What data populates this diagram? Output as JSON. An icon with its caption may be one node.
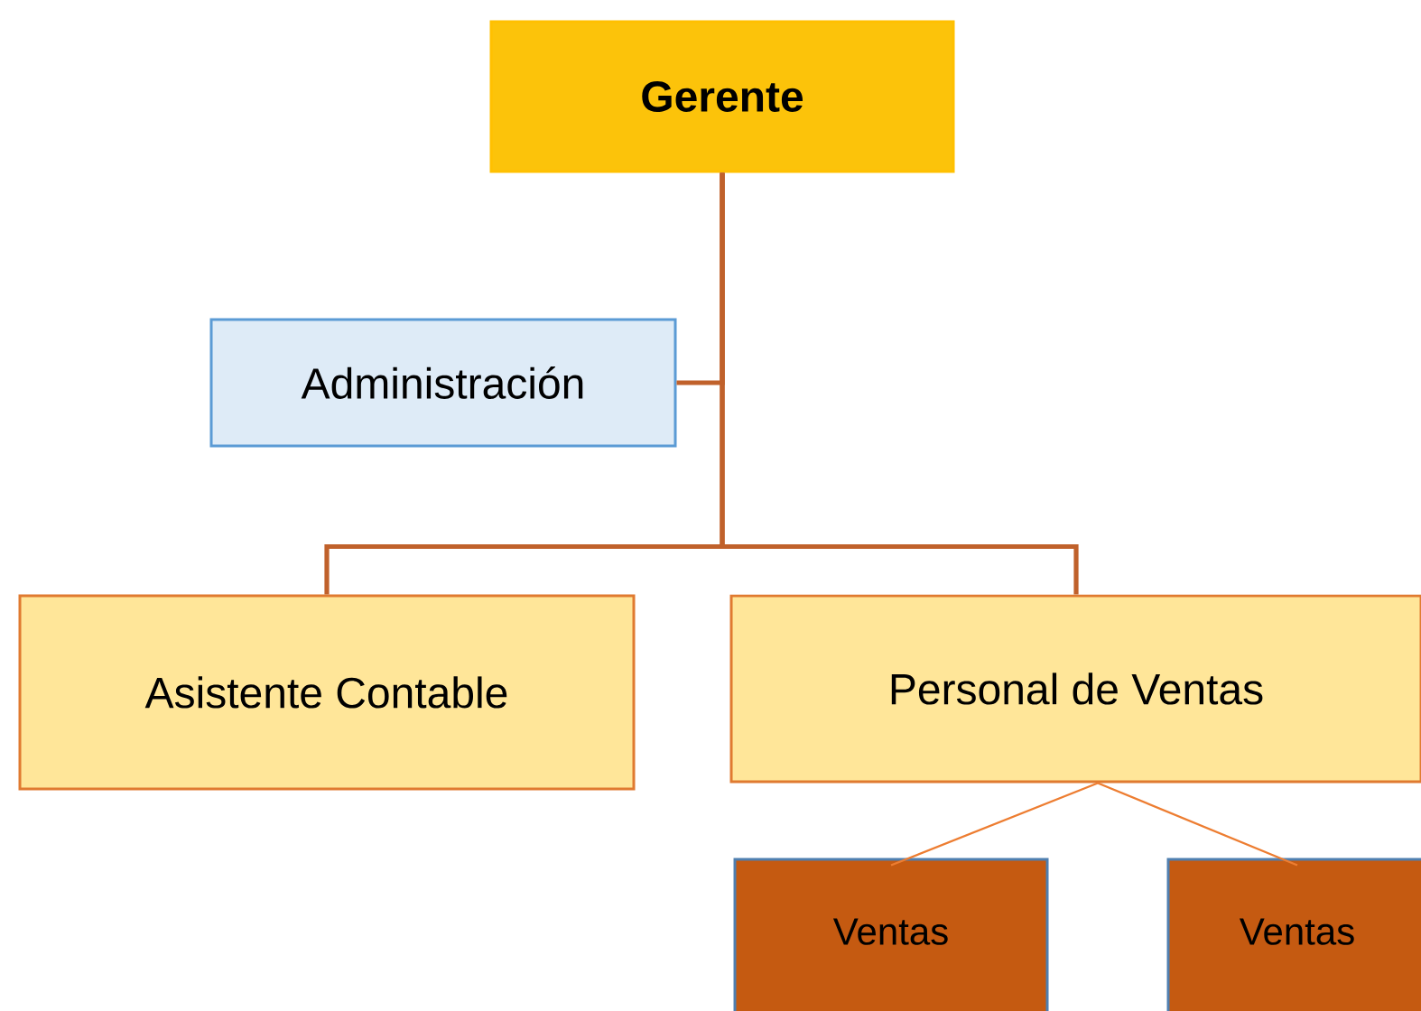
{
  "diagram": {
    "nodes": [
      {
        "text": [
          "Gerente"
        ]
      },
      {
        "text": [
          "Administración"
        ]
      },
      {
        "text": [
          "Asistente Contable"
        ]
      },
      {
        "text": [
          "Personal de Ventas"
        ]
      },
      {
        "text": [
          "Ventas"
        ]
      },
      {
        "text": [
          "Ventas"
        ]
      }
    ],
    "edges": [
      {
        "from": 0,
        "to": 1,
        "arrow": "none"
      },
      {
        "from": 0,
        "to": 2,
        "arrow": "none"
      },
      {
        "from": 0,
        "to": 3,
        "arrow": "none"
      },
      {
        "from": 3,
        "to": 4,
        "arrow": "none",
        "color": "#ed7d31"
      },
      {
        "from": 3,
        "to": 5,
        "arrow": "none",
        "color": "#ed7d31"
      }
    ]
  }
}
